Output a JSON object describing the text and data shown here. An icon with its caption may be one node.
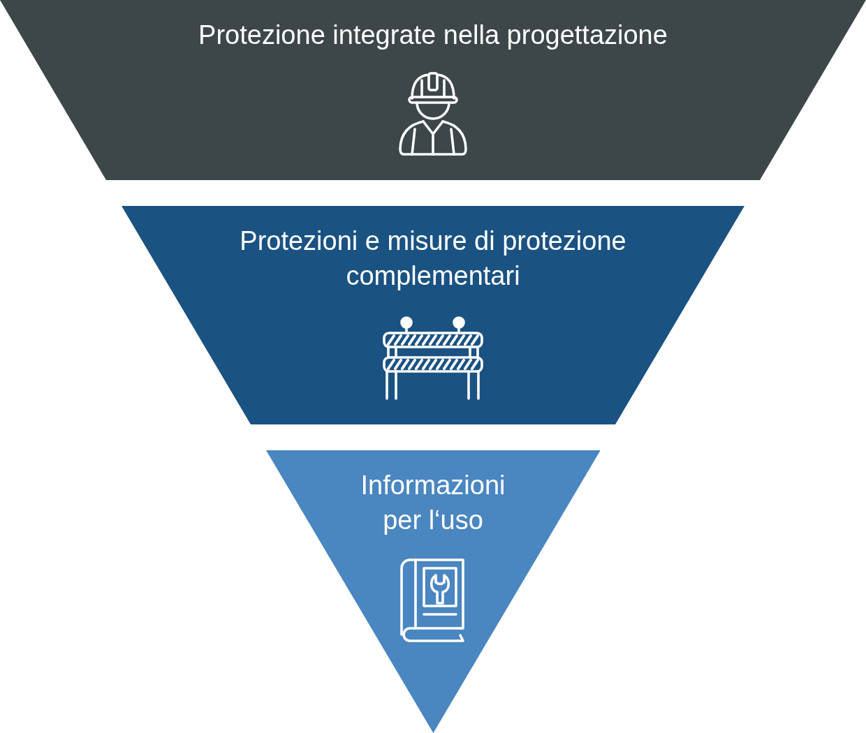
{
  "diagram": {
    "nodes": [
      {
        "text": [
          "Protezione integrate nella progettazione"
        ]
      },
      {
        "text": [
          "Protezioni e misure di protezione complementari"
        ]
      },
      {
        "text": [
          "Informazioni per l‘uso"
        ]
      }
    ]
  }
}
